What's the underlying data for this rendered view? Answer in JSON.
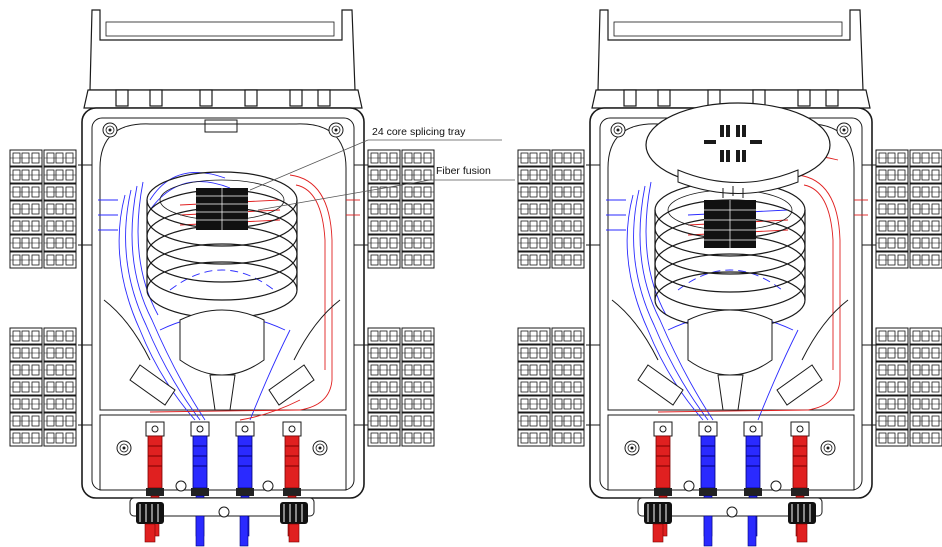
{
  "figure": {
    "labels": {
      "splicing_tray": "24 core splicing tray",
      "fiber_fusion": "Fiber fusion"
    },
    "views": [
      "box-closed-tray",
      "box-lifted-tray"
    ]
  },
  "colors": {
    "line": "#1a1a1a",
    "fiber_blue": "#2a2aff",
    "fiber_red": "#e02020",
    "gland_black": "#111111",
    "background": "#ffffff"
  }
}
